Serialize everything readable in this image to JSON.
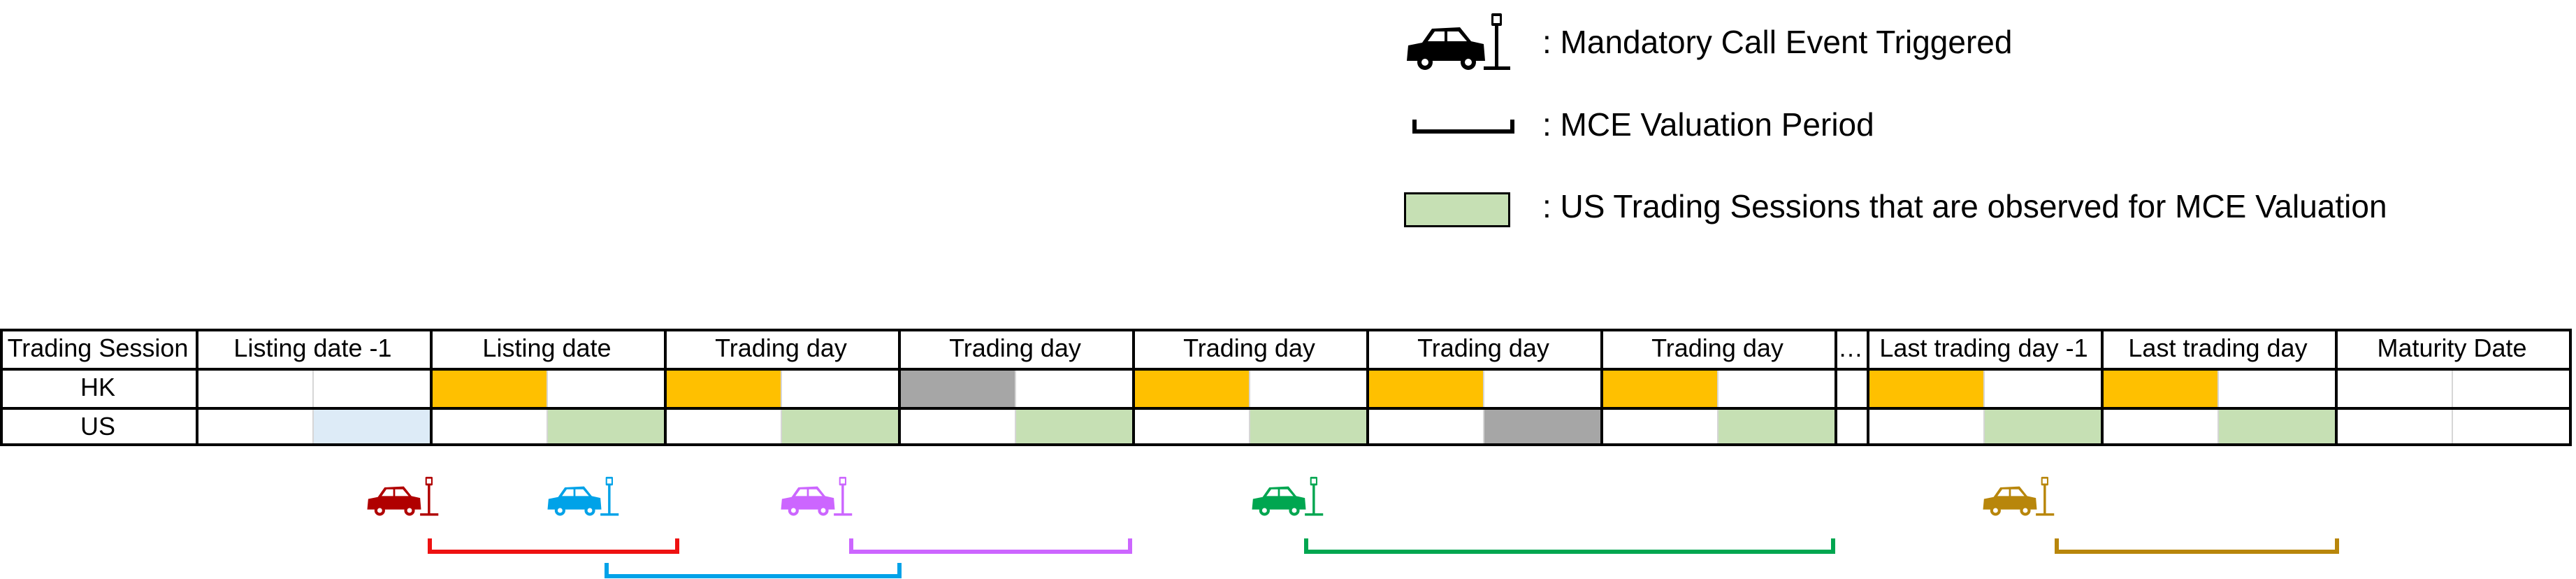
{
  "legend": {
    "mce_label": ": Mandatory Call Event Triggered",
    "period_label": ": MCE Valuation Period",
    "session_label": ": US Trading Sessions that are observed for MCE Valuation",
    "mce_icon": "car-crash-icon",
    "period_icon": "bracket-icon"
  },
  "table": {
    "row_header": "Trading Session",
    "rows": [
      "HK",
      "US"
    ],
    "columns": [
      {
        "label": "Listing date -1",
        "hk": [
          "",
          ""
        ],
        "us": [
          "",
          "light-blue"
        ]
      },
      {
        "label": "Listing date",
        "hk": [
          "orange",
          ""
        ],
        "us": [
          "",
          "green"
        ]
      },
      {
        "label": "Trading day",
        "hk": [
          "orange",
          ""
        ],
        "us": [
          "",
          "green"
        ]
      },
      {
        "label": "Trading day",
        "hk": [
          "gray",
          ""
        ],
        "us": [
          "",
          "green"
        ]
      },
      {
        "label": "Trading day",
        "hk": [
          "orange",
          ""
        ],
        "us": [
          "",
          "green"
        ]
      },
      {
        "label": "Trading day",
        "hk": [
          "orange",
          ""
        ],
        "us": [
          "",
          "gray"
        ]
      },
      {
        "label": "Trading day",
        "hk": [
          "orange",
          ""
        ],
        "us": [
          "",
          "green"
        ]
      },
      {
        "label": "…",
        "hk": [
          ""
        ],
        "us": [
          ""
        ],
        "narrow": true
      },
      {
        "label": "Last trading day -1",
        "hk": [
          "orange",
          ""
        ],
        "us": [
          "",
          "green"
        ]
      },
      {
        "label": "Last trading day",
        "hk": [
          "orange",
          ""
        ],
        "us": [
          "",
          "green"
        ]
      },
      {
        "label": "Maturity Date",
        "hk": [
          "",
          ""
        ],
        "us": [
          "",
          ""
        ]
      }
    ]
  },
  "events": [
    {
      "color": "#b00000",
      "icon": "car-crash-icon"
    },
    {
      "color": "#00a2e8",
      "icon": "car-crash-icon"
    },
    {
      "color": "#cc66ff",
      "icon": "car-crash-icon"
    },
    {
      "color": "#00a650",
      "icon": "car-crash-icon"
    },
    {
      "color": "#b8860b",
      "icon": "car-crash-icon"
    }
  ],
  "periods": [
    {
      "color": "#ee1111"
    },
    {
      "color": "#00a2e8"
    },
    {
      "color": "#cc66ff"
    },
    {
      "color": "#00a650"
    },
    {
      "color": "#b8860b"
    }
  ],
  "colors": {
    "orange": "#ffc000",
    "gray": "#a6a6a6",
    "green": "#c6e0b4",
    "light-blue": "#ddebf7"
  }
}
